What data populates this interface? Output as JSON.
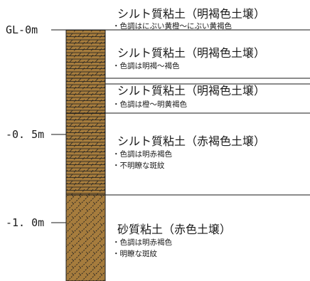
{
  "depth_labels": [
    "GL-0m",
    "-0. 5m",
    "-1. 0m"
  ],
  "colors": {
    "column_fill": "#a67c3d",
    "hatch": "#1f1f1f",
    "line": "#1a1a1a"
  },
  "layers": [
    {
      "title": "シルト質粘土（明褐色土壌）",
      "notes": [
        "・色調はにぶい黄橙～にぶい黄褐色"
      ],
      "pattern": "silt-clay"
    },
    {
      "title": "シルト質粘土（明褐色土壌）",
      "notes": [
        "・色調は明褐～褐色"
      ],
      "pattern": "silt-clay"
    },
    {
      "title": "シルト質粘土（明褐色土壌）",
      "notes": [
        "・色調は橙～明黄褐色"
      ],
      "pattern": "silt-clay"
    },
    {
      "title": "シルト質粘土（赤褐色土壌）",
      "notes": [
        "・色調は明赤褐色",
        "・不明瞭な斑紋"
      ],
      "pattern": "silt-clay"
    },
    {
      "title": "砂質粘土（赤色土壌）",
      "notes": [
        "・色調は明赤褐色",
        "・明瞭な斑紋"
      ],
      "pattern": "sandy-clay"
    }
  ]
}
